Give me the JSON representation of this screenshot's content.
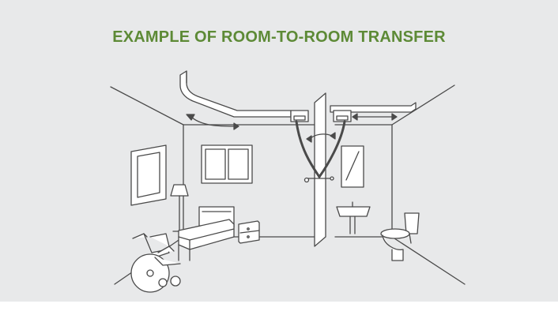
{
  "title": "EXAMPLE OF ROOM-TO-ROOM TRANSFER",
  "colors": {
    "background": "#e8e9ea",
    "title": "#5d8a36",
    "line": "#4a4a4a",
    "fill": "#ffffff"
  },
  "illustration": {
    "items": [
      "ceiling-rail-system",
      "patient-lift-motor",
      "lift-sling-bar",
      "bed",
      "nightstand",
      "floor-lamp",
      "framed-picture",
      "window",
      "wall-mirror",
      "sink",
      "toilet",
      "wheelchair",
      "sliding-door",
      "rotation-arrow-icon",
      "track-arrow-icon"
    ]
  }
}
